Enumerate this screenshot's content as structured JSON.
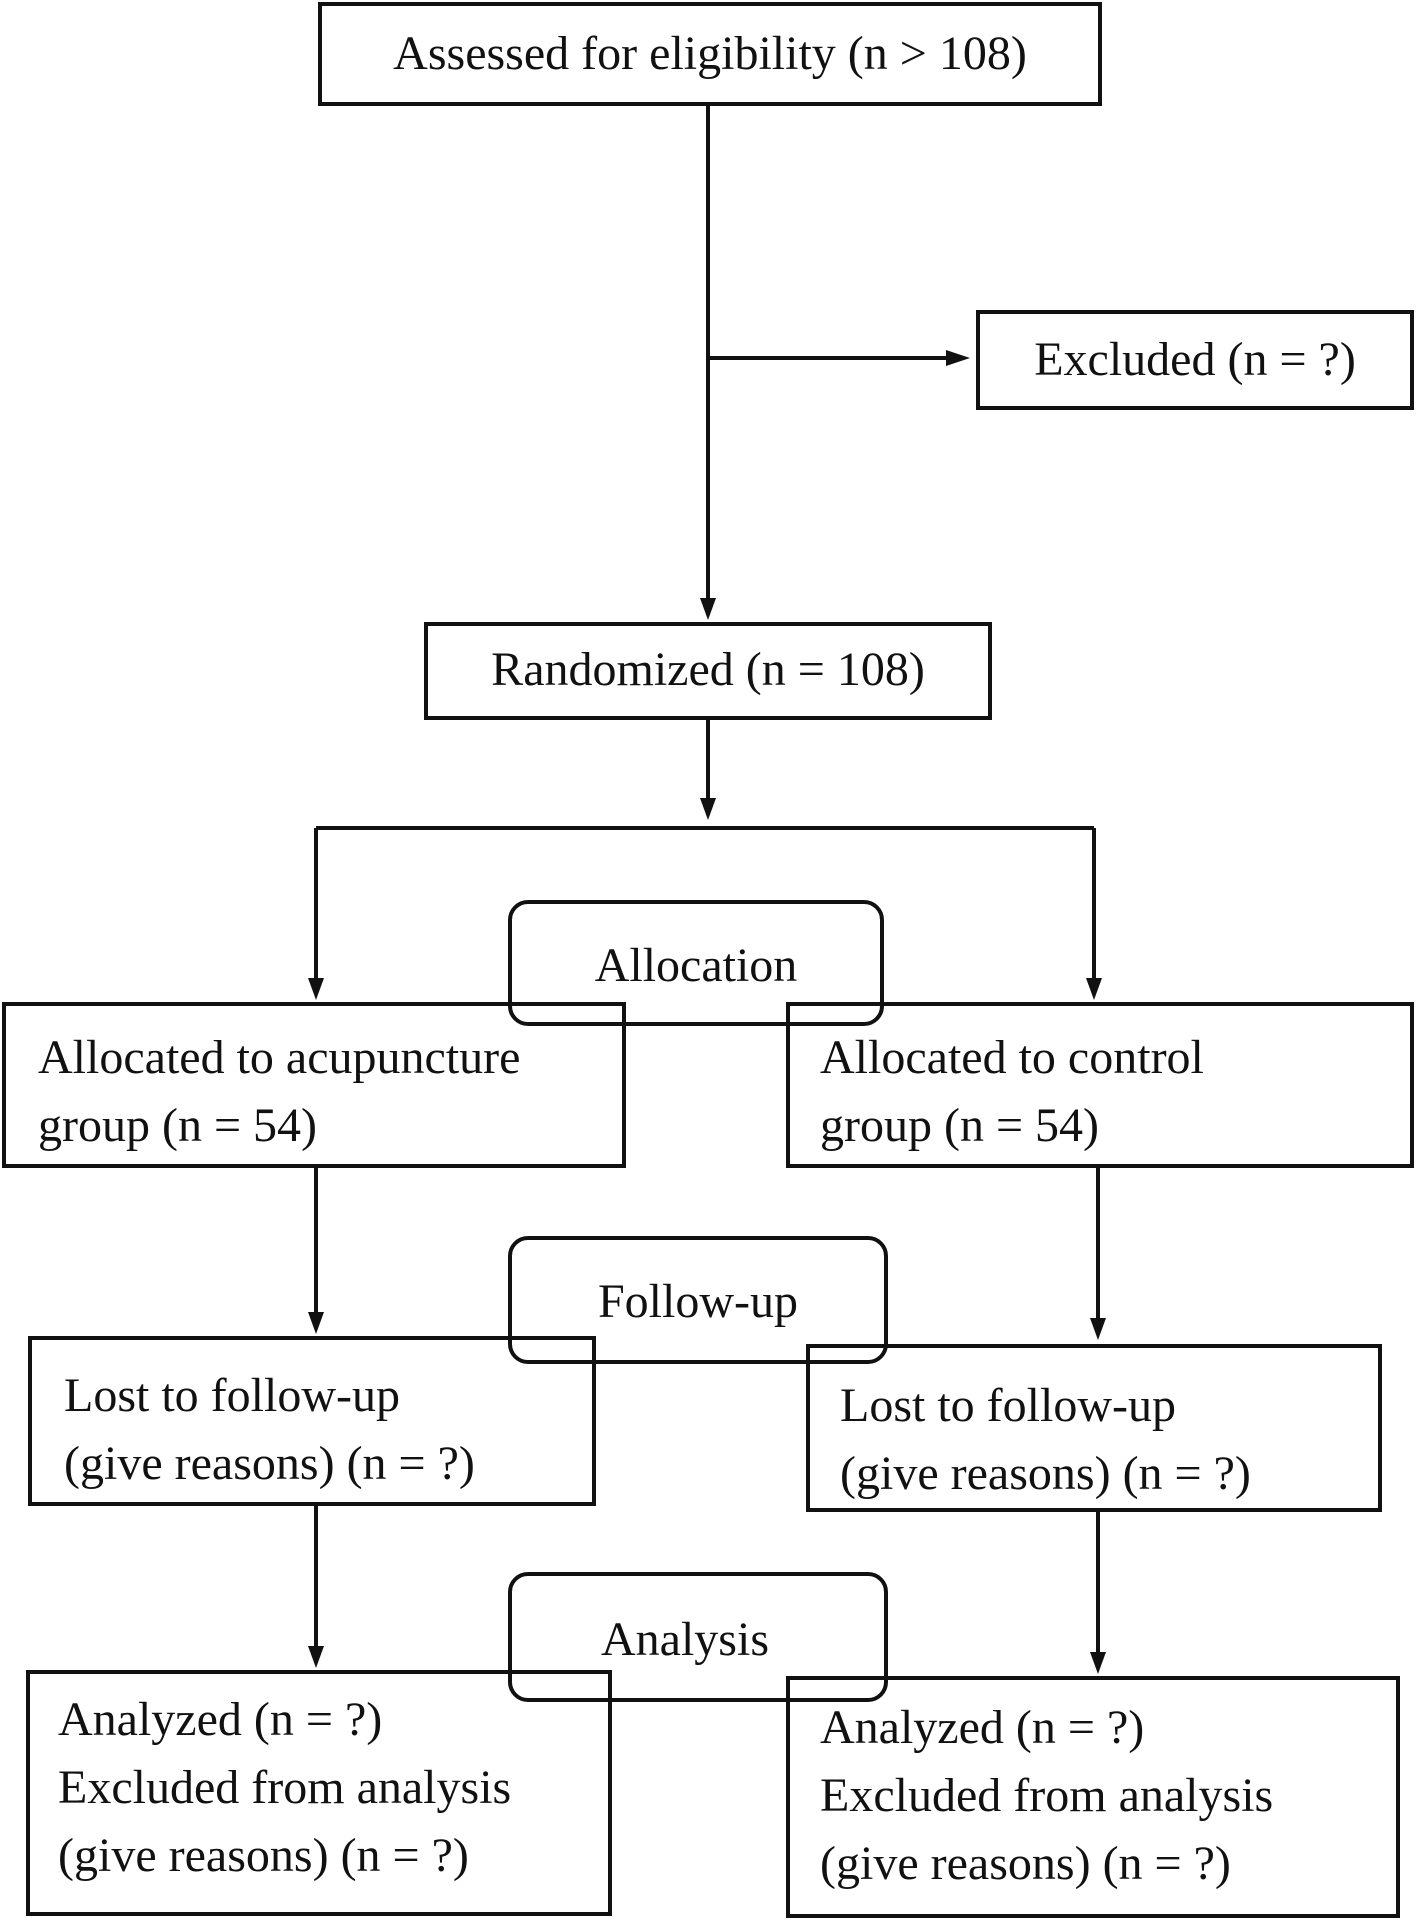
{
  "flow": {
    "assessed": "Assessed for eligibility (n > 108)",
    "excluded": "Excluded (n = ?)",
    "randomized": "Randomized (n = 108)",
    "stages": {
      "allocation": "Allocation",
      "follow_up": "Follow-up",
      "analysis": "Analysis"
    },
    "acupuncture": {
      "allocated": [
        "Allocated to acupuncture",
        "group (n = 54)"
      ],
      "lost": [
        "Lost to follow-up",
        "(give reasons) (n = ?)"
      ],
      "analyzed": [
        "Analyzed (n = ?)",
        "Excluded from analysis",
        "(give reasons) (n = ?)"
      ]
    },
    "control": {
      "allocated": [
        "Allocated to control",
        "group (n = 54)"
      ],
      "lost": [
        "Lost to follow-up",
        "(give reasons) (n = ?)"
      ],
      "analyzed": [
        "Analyzed (n = ?)",
        "Excluded from analysis",
        "(give reasons) (n = ?)"
      ]
    }
  },
  "colors": {
    "line": "#111111",
    "background": "#ffffff"
  }
}
